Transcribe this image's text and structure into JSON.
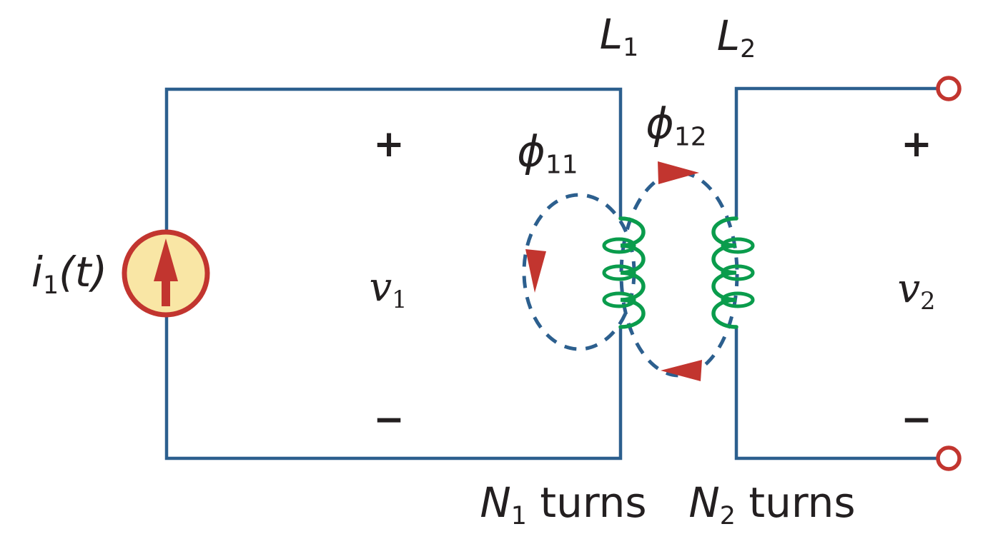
{
  "figure": {
    "description": "Magnetic coupling between two coils: coil 1 driven by a current source, coil 2 open-circuited",
    "colors": {
      "wire_blue": "#2c5f8e",
      "coil_green": "#0a9c4c",
      "accent_red": "#c2352f",
      "source_fill": "#f9e6a5",
      "text": "#231f20",
      "background": "#ffffff"
    },
    "labels": {
      "l1": {
        "base": "L",
        "sub": "1"
      },
      "l2": {
        "base": "L",
        "sub": "2"
      },
      "phi11": {
        "base": "ϕ",
        "sub": "11"
      },
      "phi12": {
        "base": "ϕ",
        "sub": "12"
      },
      "i1": {
        "base": "i",
        "sub": "1",
        "rest": "(t)"
      },
      "v1": {
        "base": "v",
        "sub": "1"
      },
      "v2": {
        "base": "v",
        "sub": "2"
      },
      "n1": {
        "base": "N",
        "sub": "1",
        "rest": " turns"
      },
      "n2": {
        "base": "N",
        "sub": "2",
        "rest": " turns"
      },
      "plus_left": "+",
      "minus_left": "−",
      "plus_right": "+",
      "minus_right": "−"
    }
  }
}
